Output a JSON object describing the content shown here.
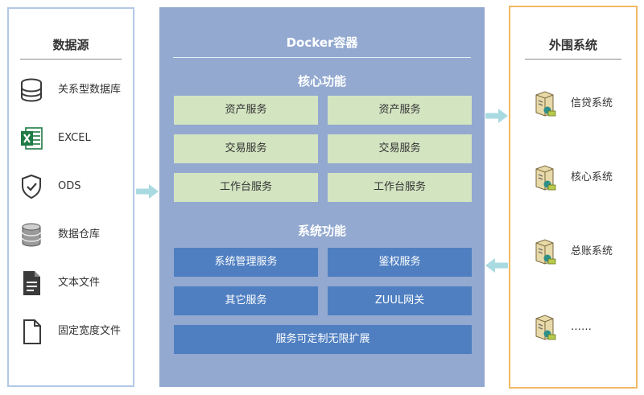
{
  "data_sources": {
    "title": "数据源",
    "items": [
      {
        "label": "关系型数据库",
        "icon": "database-icon"
      },
      {
        "label": "EXCEL",
        "icon": "excel-icon"
      },
      {
        "label": "ODS",
        "icon": "shield-check-icon"
      },
      {
        "label": "数据仓库",
        "icon": "data-warehouse-icon"
      },
      {
        "label": "文本文件",
        "icon": "text-file-icon"
      },
      {
        "label": "固定宽度文件",
        "icon": "blank-file-icon"
      }
    ]
  },
  "docker": {
    "title": "Docker容器",
    "core": {
      "title": "核心功能",
      "boxes": [
        "资产服务",
        "资产服务",
        "交易服务",
        "交易服务",
        "工作台服务",
        "工作台服务"
      ]
    },
    "system": {
      "title": "系统功能",
      "boxes": [
        "系统管理服务",
        "鉴权服务",
        "其它服务",
        "ZUUL网关",
        "服务可定制无限扩展"
      ]
    }
  },
  "external": {
    "title": "外围系统",
    "items": [
      {
        "label": "信贷系统",
        "icon": "server-icon"
      },
      {
        "label": "核心系统",
        "icon": "server-icon"
      },
      {
        "label": "总账系统",
        "icon": "server-icon"
      },
      {
        "label": "……",
        "icon": "server-icon"
      }
    ]
  },
  "colors": {
    "docker_bg": "#93a9d0",
    "core_box": "#d3e4c1",
    "system_box": "#4f7fc1",
    "left_border": "#b3c8e6",
    "right_border": "#f3b964",
    "arrow": "#a9dae2"
  }
}
